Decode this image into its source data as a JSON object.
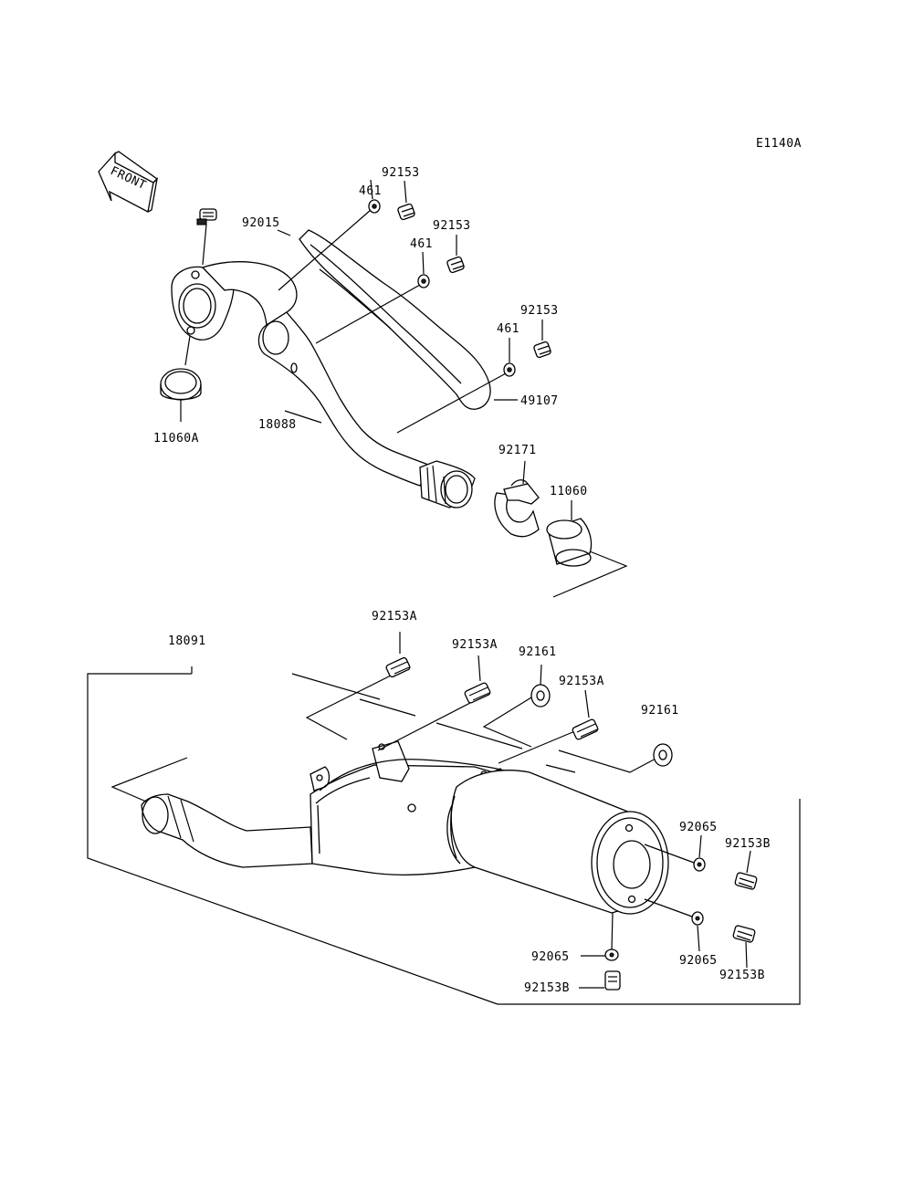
{
  "ref_code": "E1140A",
  "front_arrow": "FRONT",
  "parts": {
    "p92153_a": "92153",
    "p461_a": "461",
    "p92015": "92015",
    "p92153_b": "92153",
    "p461_b": "461",
    "p92153_c": "92153",
    "p461_c": "461",
    "p49107": "49107",
    "p11060A": "11060A",
    "p18088": "18088",
    "p92171": "92171",
    "p11060": "11060",
    "p92153A_a": "92153A",
    "p18091": "18091",
    "p92153A_b": "92153A",
    "p92161_a": "92161",
    "p92153A_c": "92153A",
    "p92161_b": "92161",
    "p92065_a": "92065",
    "p92153B_a": "92153B",
    "p92065_b": "92065",
    "p92065_c": "92065",
    "p92153B_b": "92153B",
    "p92153B_c": "92153B"
  }
}
